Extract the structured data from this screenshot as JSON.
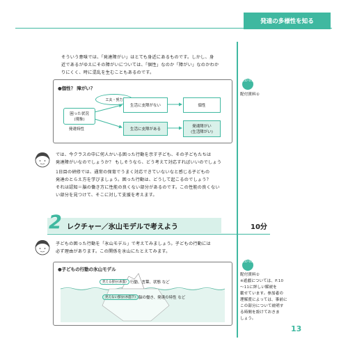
{
  "header": {
    "title": "発達の多様性を知る"
  },
  "intro": {
    "line1": "そういう意味では、「発達障がい」はとても身近にあるものです。しかし、身",
    "line2": "近であるがゆえにその障がいについては、「個性」なのか「障がい」なのかわか",
    "line3": "りにくく、時に混乱を生むこともあるのです。"
  },
  "cd1": {
    "badge": "CD 01",
    "caption": "配付資料①"
  },
  "diagram1": {
    "title": "●個性？ 障がい？",
    "bubble": "工夫・努力",
    "left1": "困った状況",
    "left2": "(現象)",
    "left_caption": "発達特性",
    "mid_top": "生活に支障がない",
    "mid_bottom": "生活に支障がある",
    "right_top": "個性",
    "right_bottom1": "発達障がい",
    "right_bottom2": "(生活障がい)"
  },
  "question": {
    "line1": "では、今クラスの中に何人かいる困った行動を示す子ども、その子どもたちは",
    "line2": "発達障がいなのでしょうか？ もしそうなら、どう考えて対応すればいいのでしょう"
  },
  "para2": {
    "line1": "1日目の研修では、通常の保育でうまく対応できていないなと感じる子どもの",
    "line2": "発達のとらえ方を学びましょう。困った行動は、どうして起こるのでしょう？",
    "line3": "それは認知＝脳の働き方に性能の良くない部分があるのです。この性能の良くない",
    "line4": "い部分を見つけて、そこに対して支援を考えます。"
  },
  "section": {
    "number": "2",
    "title": "レクチャー／氷山モデルで考えよう",
    "time": "10分"
  },
  "lead": {
    "line1": "子どもの困った行動を「氷山モデル」で考えてみましょう。子どもの行動には",
    "line2": "必ず理由があります。この関係を氷山にたとえてみます。"
  },
  "cd2": {
    "badge": "CD 02",
    "caption": "配付資料②",
    "note1": "※遊戯については、P.10",
    "note2": "〜11に詳しい解説を",
    "note3": "載せています。参加者の",
    "note4": "理解度によっては、事前に",
    "note5": "この部分について説明す",
    "note6": "る時間を設けておきま",
    "note7": "しょう。"
  },
  "diagram2": {
    "title": "●子どもの行動の氷山モデル",
    "visible_tag": "見える部分(表面)",
    "visible_text": "行動、言葉、状態 など",
    "hidden_tag": "見えない部分(水面下)",
    "hidden_text": "脳の働き、発達の特性 など"
  },
  "page": {
    "number": "13"
  }
}
